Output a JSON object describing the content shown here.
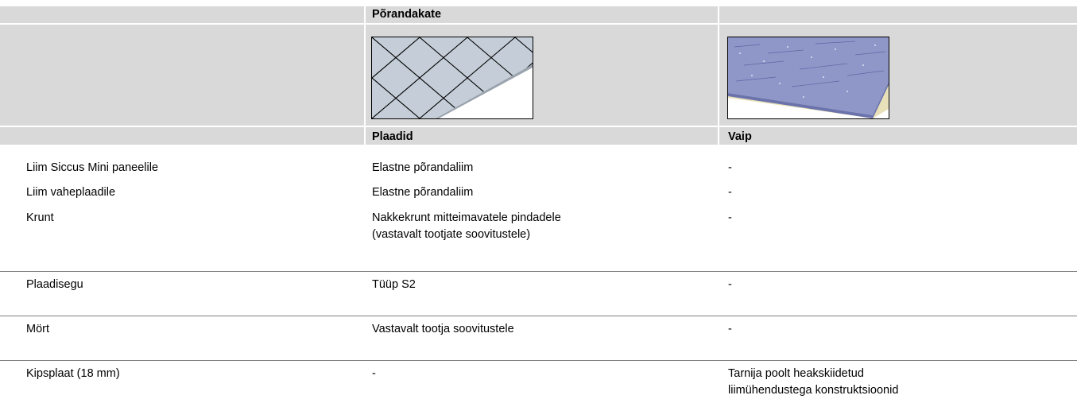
{
  "header": {
    "group_label": "Põrandakate",
    "columns": [
      "Plaadid",
      "Vaip"
    ],
    "images": [
      "tiles-floor-illustration",
      "carpet-floor-illustration"
    ]
  },
  "rows": [
    {
      "label": "Liim Siccus Mini paneelile",
      "tiles": [
        "Elastne põrandaliim"
      ],
      "carpet": [
        "-"
      ]
    },
    {
      "label": "Liim vaheplaadile",
      "tiles": [
        "Elastne põrandaliim"
      ],
      "carpet": [
        "-"
      ]
    },
    {
      "label": "Krunt",
      "tiles": [
        "Nakkekrunt mitteimavatele pindadele",
        "(vastavalt tootjate soovitustele)"
      ],
      "carpet": [
        "-"
      ]
    },
    {
      "label": "Plaadisegu",
      "tiles": [
        "Tüüp S2"
      ],
      "carpet": [
        "-"
      ]
    },
    {
      "label": "Mört",
      "tiles": [
        "Vastavalt tootja soovitustele"
      ],
      "carpet": [
        "-"
      ]
    },
    {
      "label": "Kipsplaat (18 mm)",
      "tiles": [
        "-"
      ],
      "carpet": [
        "Tarnija poolt heakskiidetud",
        "liimühendustega konstruktsioonid"
      ]
    }
  ]
}
